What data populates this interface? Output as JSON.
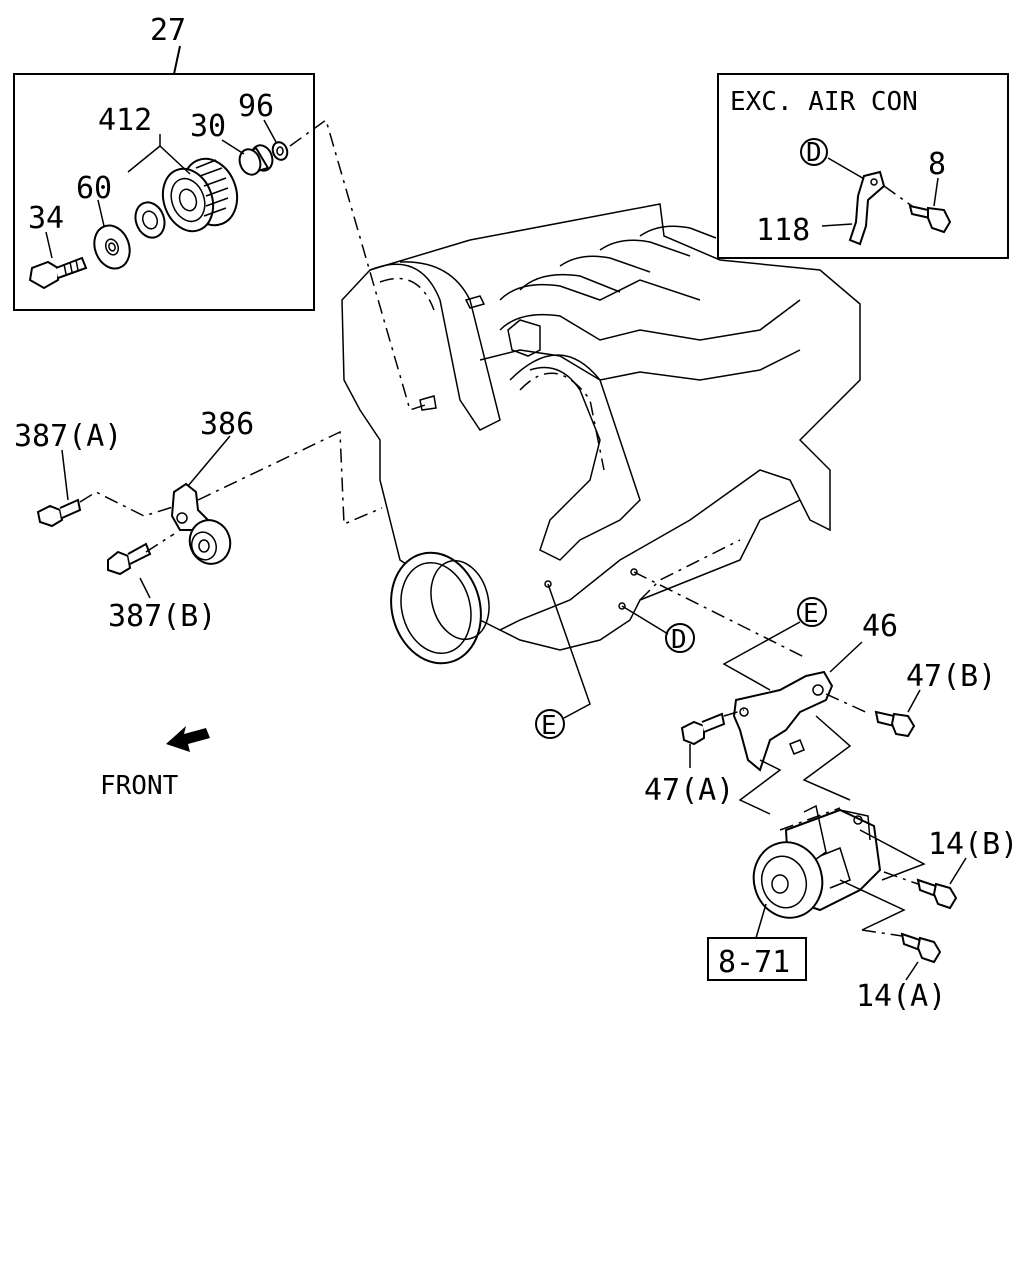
{
  "labels": {
    "l27": "27",
    "l412": "412",
    "l30": "30",
    "l96": "96",
    "l60": "60",
    "l34": "34",
    "exc_air_con": "EXC. AIR CON",
    "lD_inset": "D",
    "l8": "8",
    "l118": "118",
    "l387a": "387(A)",
    "l386": "386",
    "l387b": "387(B)",
    "lD_main": "D",
    "lE_main": "E",
    "lE_right": "E",
    "l46": "46",
    "l47b": "47(B)",
    "l47a": "47(A)",
    "l14b": "14(B)",
    "ref_871": "8-71",
    "l14a": "14(A)",
    "front": "FRONT"
  }
}
